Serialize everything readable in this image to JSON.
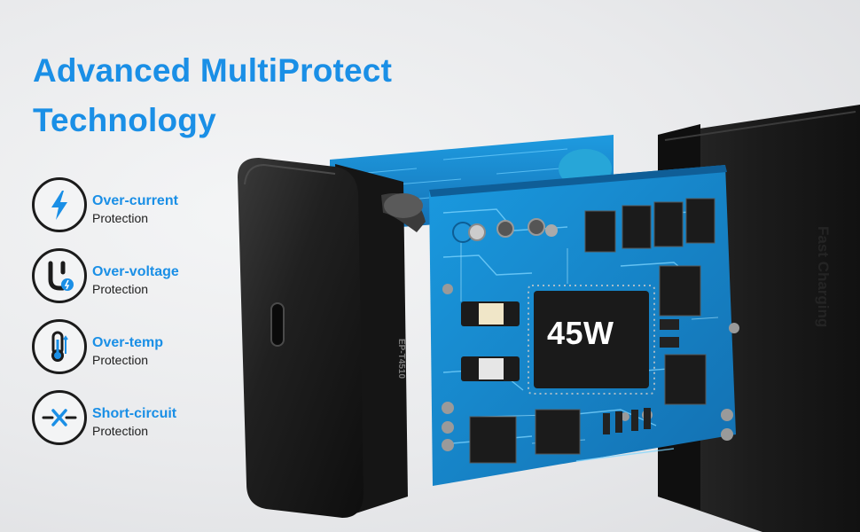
{
  "headline": {
    "line1": "Advanced MultiProtect",
    "line2": "Technology"
  },
  "features": [
    {
      "title": "Over-current",
      "subtitle": "Protection",
      "icon": "lightning-bolt-icon"
    },
    {
      "title": "Over-voltage",
      "subtitle": "Protection",
      "icon": "u-voltage-icon"
    },
    {
      "title": "Over-temp",
      "subtitle": "Protection",
      "icon": "thermometer-icon"
    },
    {
      "title": "Short-circuit",
      "subtitle": "Protection",
      "icon": "short-circuit-icon"
    }
  ],
  "product": {
    "chip_label": "45W",
    "side_text": "Fast Charging",
    "model_text": "EP-T4510"
  },
  "colors": {
    "accent": "#1a8fe6",
    "pcb": "#1c8ad0",
    "housing": "#1e1e1e"
  }
}
